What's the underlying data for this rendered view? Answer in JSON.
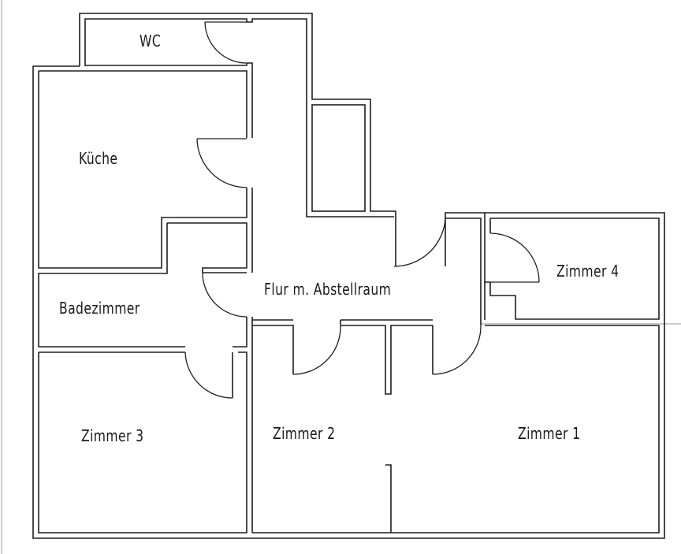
{
  "title": "Floor plan",
  "rooms": {
    "wc": "WC",
    "kueche": "Küche",
    "badezimmer": "Badezimmer",
    "flur": "Flur m. Abstellraum",
    "zimmer1": "Zimmer 1",
    "zimmer2": "Zimmer 2",
    "zimmer3": "Zimmer 3",
    "zimmer4": "Zimmer 4"
  },
  "colors": {
    "line": "#1e1e1e",
    "guide": "#9a9a9a"
  }
}
